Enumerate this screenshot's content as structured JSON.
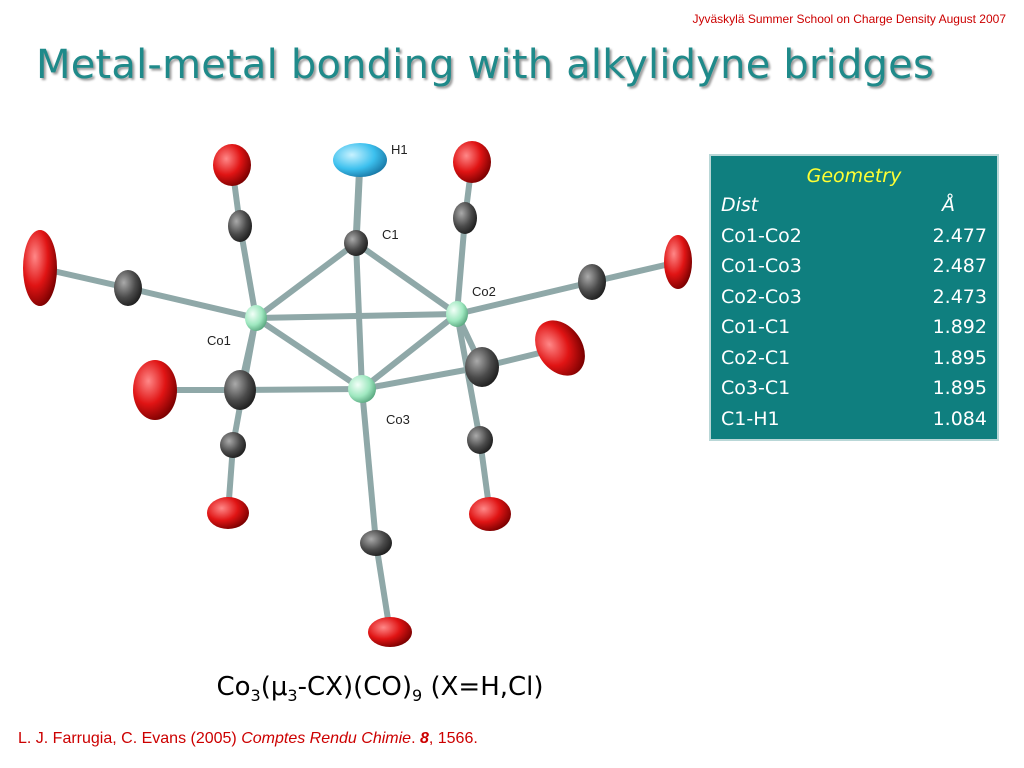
{
  "header_note": "Jyväskylä Summer School  on Charge Density August 2007",
  "title": "Metal-metal bonding with alkylidyne bridges",
  "molecule_labels": {
    "h1": "H1",
    "c1": "C1",
    "co1": "Co1",
    "co2": "Co2",
    "co3": "Co3"
  },
  "colors": {
    "title": "#1f8a8a",
    "table_bg": "#0f7f7f",
    "table_heading": "#ffff33",
    "oxygen": "#dd1111",
    "carbon": "#555555",
    "cobalt": "#aef0cc",
    "hydrogen": "#44c8f0",
    "bond": "#8fa8a8",
    "citation": "#cc0000"
  },
  "geometry_table": {
    "title": "Geometry",
    "header": {
      "label": "Dist",
      "unit": "Å"
    },
    "rows": [
      {
        "label": "Co1-Co2",
        "value": "2.477"
      },
      {
        "label": "Co1-Co3",
        "value": "2.487"
      },
      {
        "label": "Co2-Co3",
        "value": "2.473"
      },
      {
        "label": "Co1-C1",
        "value": "1.892"
      },
      {
        "label": "Co2-C1",
        "value": "1.895"
      },
      {
        "label": "Co3-C1",
        "value": "1.895"
      },
      {
        "label": "C1-H1",
        "value": "1.084"
      }
    ]
  },
  "formula": {
    "p1": "Co",
    "s1": "3",
    "p2": "(μ",
    "s2": "3",
    "p3": "-CX)(CO)",
    "s3": "9",
    "p4": " (X=H,Cl)"
  },
  "citation": {
    "authors": "L. J. Farrugia, C. Evans (2005) ",
    "journal": "Comptes Rendu Chimie",
    "sep": ". ",
    "volume": "8",
    "pages": ", 1566."
  }
}
